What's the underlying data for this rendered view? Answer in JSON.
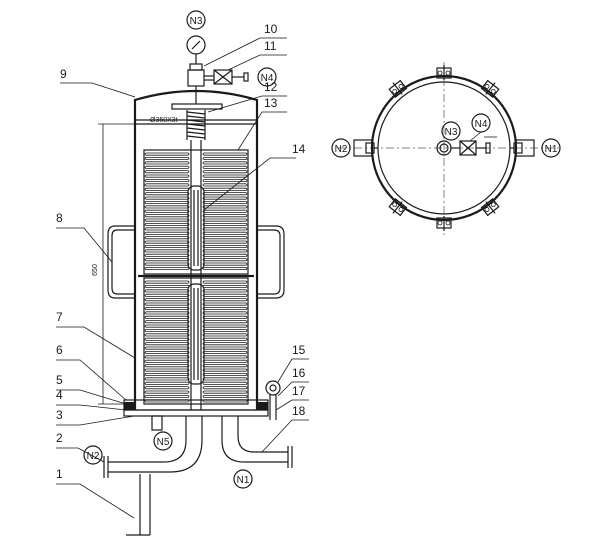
{
  "part_labels": [
    "1",
    "2",
    "3",
    "4",
    "5",
    "6",
    "7",
    "8",
    "9",
    "10",
    "11",
    "12",
    "13",
    "14",
    "15",
    "16",
    "17",
    "18"
  ],
  "nozzles": {
    "n1": "N1",
    "n2": "N2",
    "n3": "N3",
    "n4": "N4",
    "n5": "N5"
  },
  "dimensions": {
    "height": "650",
    "shell_spec": "Ø350X3t"
  },
  "colors": {
    "line": "#1a1a1a",
    "background": "#ffffff"
  }
}
